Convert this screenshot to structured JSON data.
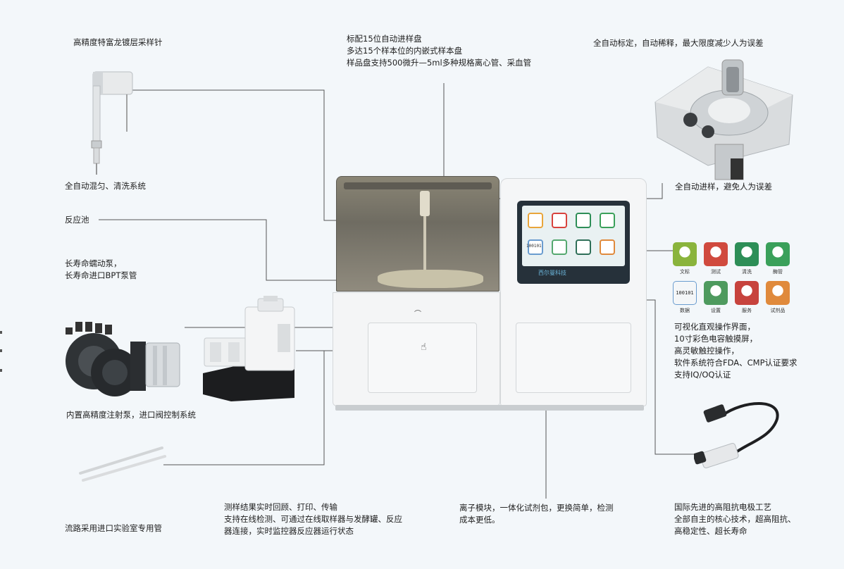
{
  "labels": {
    "needle": "高精度特富龙镀层采样针",
    "tray": "标配15位自动进样盘\n多达15个样本位的内嵌式样本盘\n样品盘支持500微升—5ml多种规格离心管、采血管",
    "calib": "全自动标定，自动稀释，最大限度减少人为误差",
    "wash": "全自动混匀、清洗系统",
    "reaction": "反应池",
    "pump": "长寿命蠕动泵，\n长寿命进口BPT泵管",
    "autosample": "全自动进样，避免人为误差",
    "ui": "可视化直观操作界面，\n10寸彩色电容触摸屏，\n高灵敏触控操作，\n软件系统符合FDA、CMP认证要求\n支持IQ/OQ认证",
    "syringe": "内置高精度注射泵，进口阀控制系统",
    "results": "测样结果实时回顾、打印、传输\n支持在线检测、可通过在线取样器与发酵罐、反应\n器连接，实时监控器反应器运行状态",
    "ion": "离子模块，一体化试剂包，更换简单，检测\n成本更低。",
    "electrode": "国际先进的高阻抗电极工艺\n全部自主的核心技术，超高阻抗、\n高稳定性、超长寿命",
    "tubing": "流路采用进口实验室专用管"
  },
  "brand": "西尔曼科技",
  "screen_apps": [
    {
      "name": "tag-icon",
      "color": "#e9a53a"
    },
    {
      "name": "flask-icon",
      "color": "#d8423c"
    },
    {
      "name": "wash-icon",
      "color": "#2d8e57"
    },
    {
      "name": "building-icon",
      "color": "#3aa05a"
    },
    {
      "name": "data-icon",
      "color": "#6a9ccf"
    },
    {
      "name": "gear-icon",
      "color": "#55a86f"
    },
    {
      "name": "user-icon",
      "color": "#2f6f58"
    },
    {
      "name": "reagent-icon",
      "color": "#e08a3c"
    }
  ],
  "app_panel": {
    "row1": [
      {
        "caption": "文标",
        "icon": "target-icon",
        "color": "#8ab43c"
      },
      {
        "caption": "测试",
        "icon": "flask-icon",
        "color": "#d04a3e"
      },
      {
        "caption": "清洗",
        "icon": "wash-icon",
        "color": "#2d8e57"
      },
      {
        "caption": "酶管",
        "icon": "building-icon",
        "color": "#3aa05a"
      }
    ],
    "row2": [
      {
        "caption": "数据",
        "icon": "data-icon",
        "color": "#6a9ccf"
      },
      {
        "caption": "设置",
        "icon": "gear-icon",
        "color": "#4e9a5e"
      },
      {
        "caption": "服务",
        "icon": "user-icon",
        "color": "#c7433d"
      },
      {
        "caption": "试剂品",
        "icon": "reagent-icon",
        "color": "#e08a3c"
      }
    ]
  },
  "screen_code": "100101"
}
